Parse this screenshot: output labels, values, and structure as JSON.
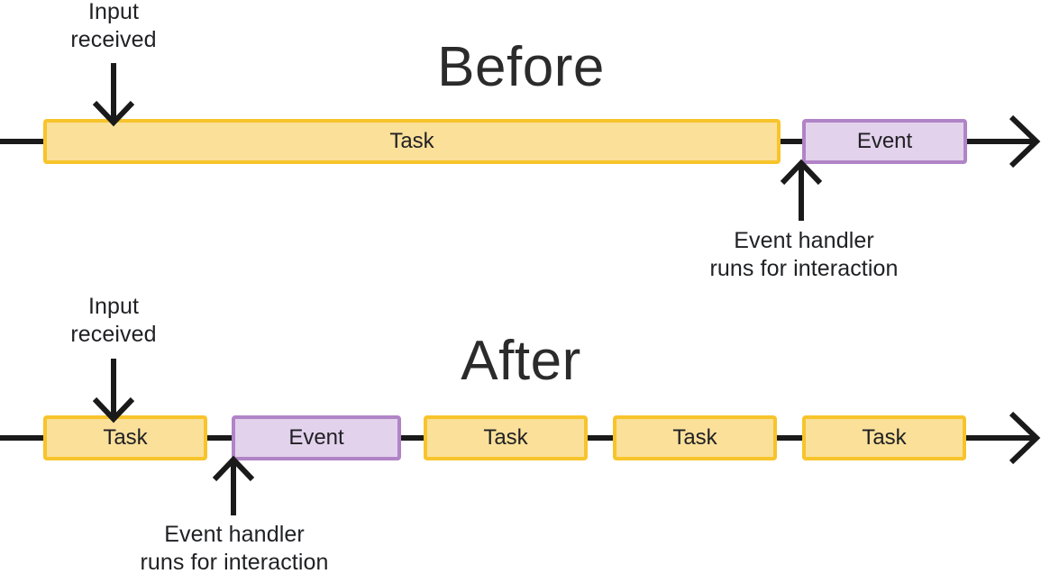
{
  "diagram": {
    "sections": [
      {
        "id": "before",
        "title": "Before",
        "input_label": "Input\nreceived",
        "handler_label": "Event handler\nruns for interaction",
        "blocks": [
          {
            "type": "task",
            "label": "Task"
          },
          {
            "type": "event",
            "label": "Event"
          }
        ]
      },
      {
        "id": "after",
        "title": "After",
        "input_label": "Input\nreceived",
        "handler_label": "Event handler\nruns for interaction",
        "blocks": [
          {
            "type": "task",
            "label": "Task"
          },
          {
            "type": "event",
            "label": "Event"
          },
          {
            "type": "task",
            "label": "Task"
          },
          {
            "type": "task",
            "label": "Task"
          },
          {
            "type": "task",
            "label": "Task"
          }
        ]
      }
    ],
    "colors": {
      "task_fill": "#fbe09a",
      "task_border": "#f7c42b",
      "event_fill": "#e3d2ec",
      "event_border": "#b084c6",
      "line": "#1a1a1a",
      "text": "#202124",
      "title": "#2b2b2b",
      "background": "#ffffff"
    }
  }
}
